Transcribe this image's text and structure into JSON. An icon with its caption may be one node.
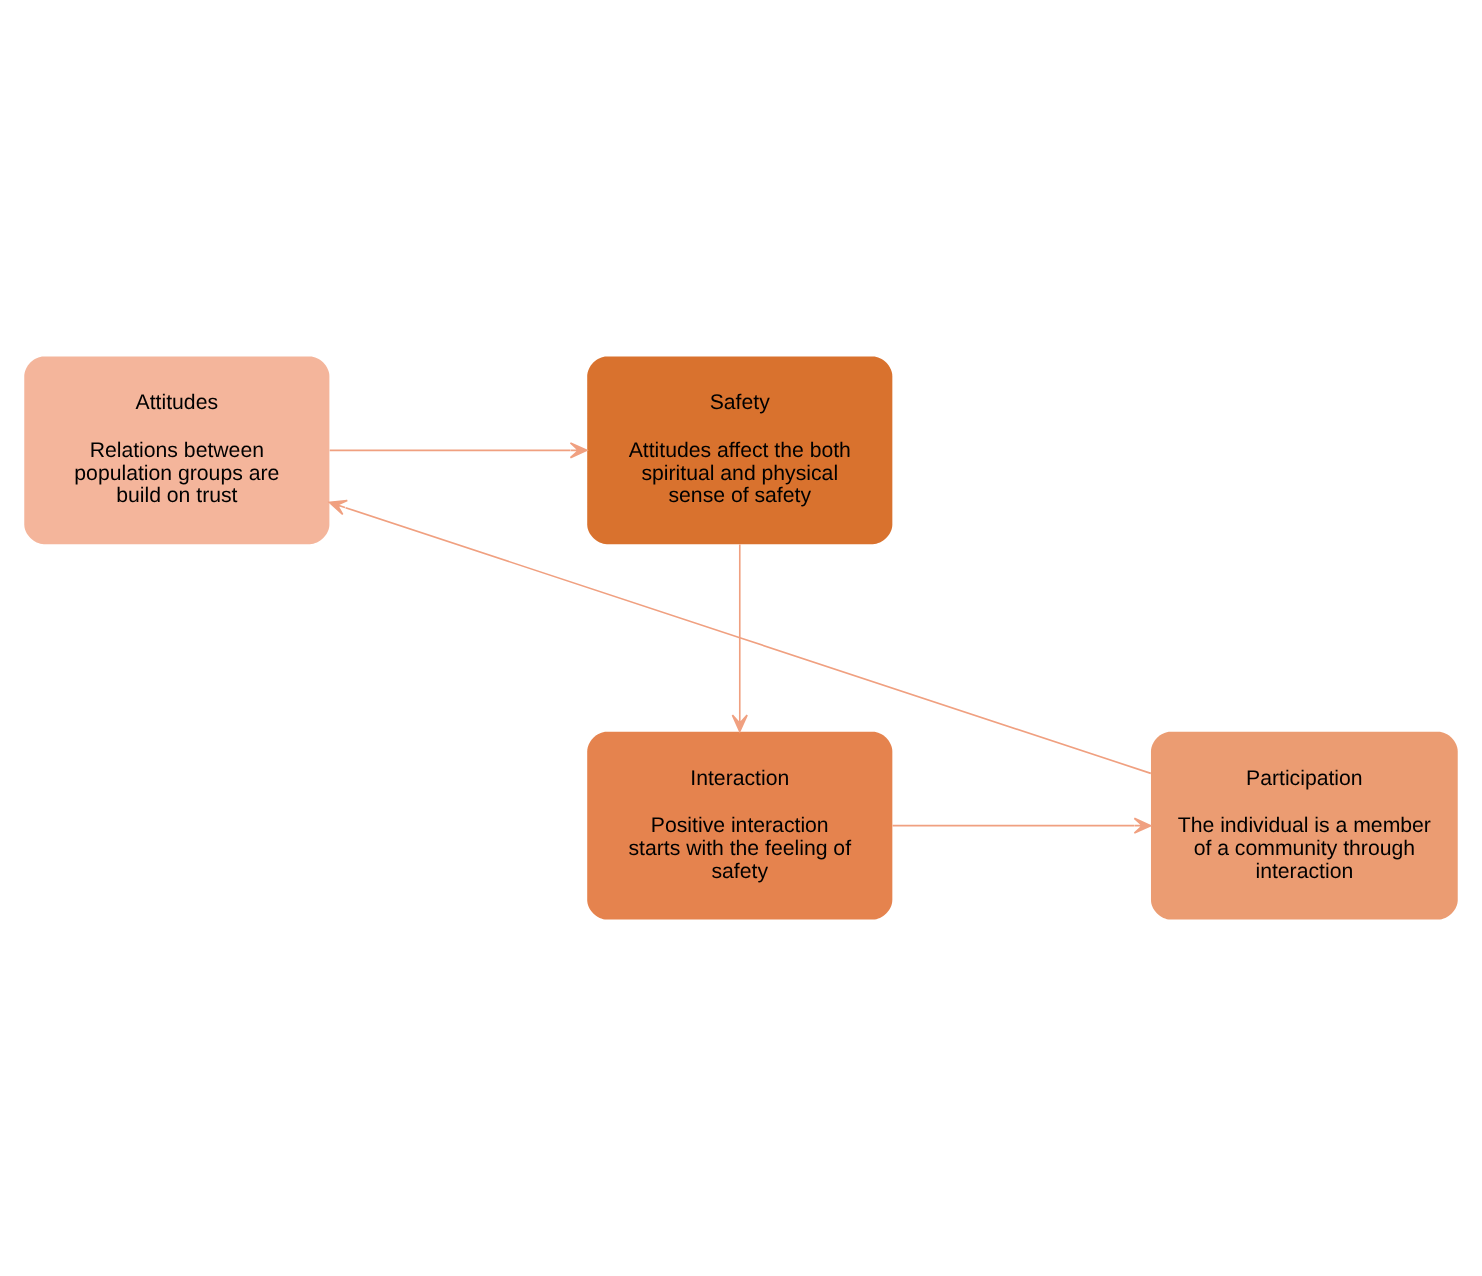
{
  "diagram": {
    "nodes": [
      {
        "text": [
          "Attitudes",
          "Relations between population groups are build on trust"
        ]
      },
      {
        "text": [
          "Safety",
          "Attitudes affect the both spiritual and physical sense of safety"
        ]
      },
      {
        "text": [
          "Interaction",
          "Positive interaction starts with the feeling of safety"
        ]
      },
      {
        "text": [
          "Participation",
          "The individual is a member of a community through interaction"
        ]
      }
    ],
    "edges": [
      {
        "from": 0,
        "to": 1,
        "arrow": "to"
      },
      {
        "from": 1,
        "to": 2,
        "arrow": "to"
      },
      {
        "from": 2,
        "to": 3,
        "arrow": "to"
      },
      {
        "from": 3,
        "to": 0,
        "arrow": "to"
      }
    ]
  }
}
